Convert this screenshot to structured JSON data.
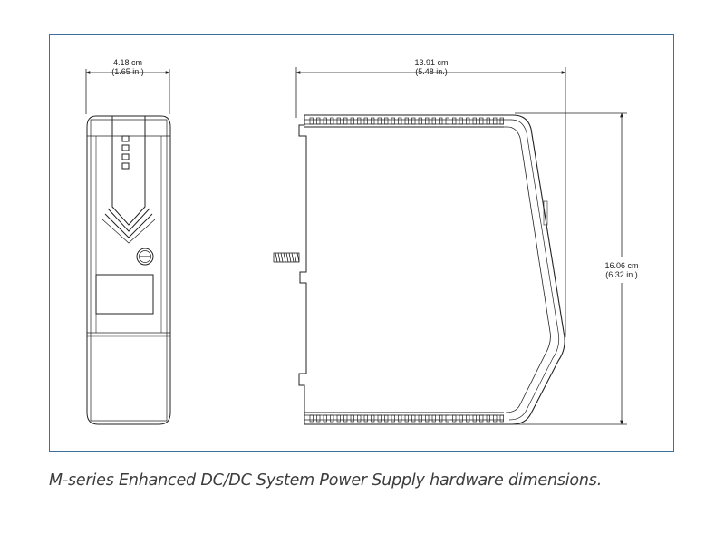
{
  "figure": {
    "dimensions": {
      "width": {
        "metric": "4.18 cm",
        "imperial": "(1.65 in.)"
      },
      "depth": {
        "metric": "13.91 cm",
        "imperial": "(5.48 in.)"
      },
      "height": {
        "metric": "16.06 cm",
        "imperial": "(6.32 in.)"
      }
    },
    "front_view": {
      "indicator_led_count": 4
    },
    "caption": "M-series Enhanced DC/DC System Power Supply hardware dimensions.",
    "colors": {
      "frame_border": "#3b6f9e",
      "line": "#222222",
      "caption_text": "#3d3d3d"
    }
  }
}
